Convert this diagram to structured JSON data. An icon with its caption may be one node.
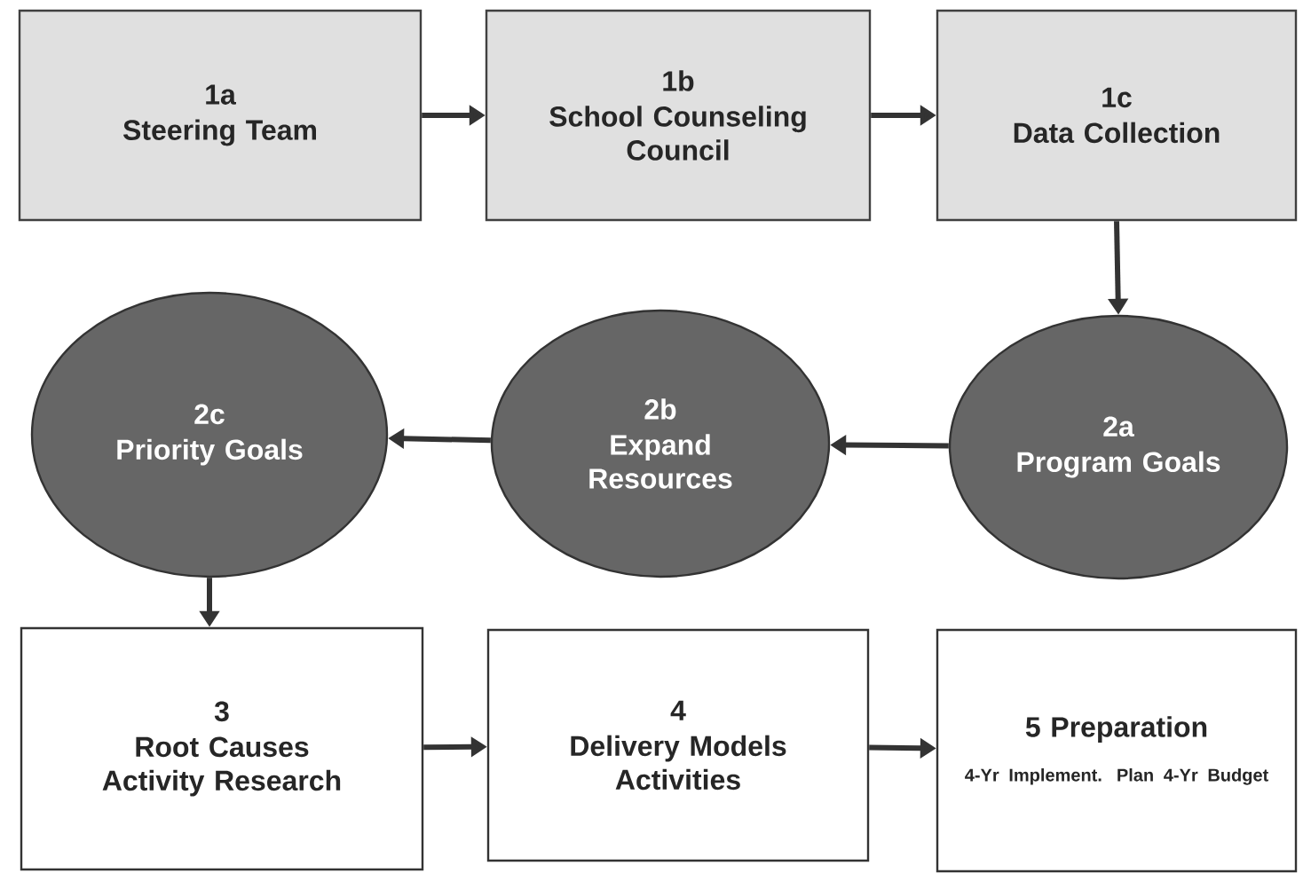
{
  "diagram": {
    "nodes": [
      {
        "text": [
          "1a",
          "Steering Team"
        ]
      },
      {
        "text": [
          "1b",
          "School Counseling Council"
        ]
      },
      {
        "text": [
          "1c",
          "Data Collection"
        ]
      },
      {
        "text": [
          "2c",
          "Priority Goals"
        ]
      },
      {
        "text": [
          "2b",
          "Expand Resources"
        ]
      },
      {
        "text": [
          "2a",
          "Program Goals"
        ]
      },
      {
        "text": [
          "3",
          "Root Causes Activity Research"
        ]
      },
      {
        "text": [
          "4",
          "Delivery Models Activities"
        ]
      },
      {
        "text": [
          "5 Preparation",
          "4-Yr Implement. Plan 4-Yr Budget"
        ]
      }
    ],
    "edges": [
      {
        "from": 0,
        "to": 1,
        "arrow": "to"
      },
      {
        "from": 1,
        "to": 2,
        "arrow": "to"
      },
      {
        "from": 2,
        "to": 5,
        "arrow": "to"
      },
      {
        "from": 5,
        "to": 4,
        "arrow": "to"
      },
      {
        "from": 4,
        "to": 3,
        "arrow": "to"
      },
      {
        "from": 3,
        "to": 6,
        "arrow": "to"
      },
      {
        "from": 6,
        "to": 7,
        "arrow": "to"
      },
      {
        "from": 7,
        "to": 8,
        "arrow": "to"
      }
    ]
  }
}
